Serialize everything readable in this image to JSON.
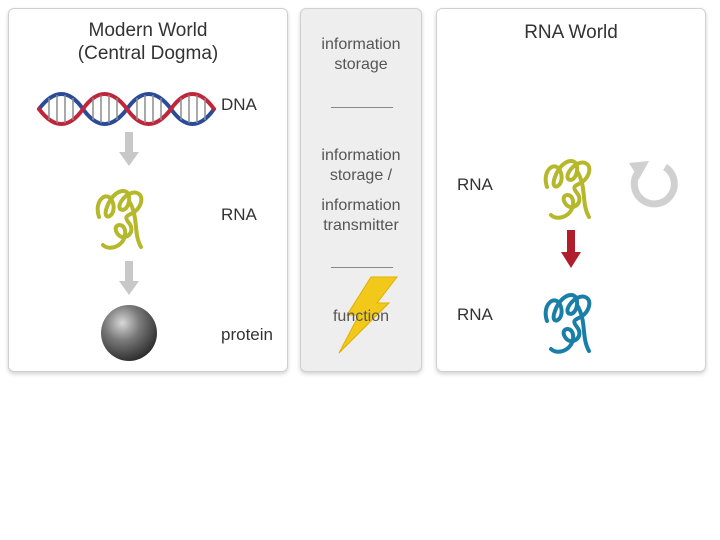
{
  "modern_world": {
    "title_line1": "Modern World",
    "title_line2": "(Central Dogma)",
    "labels": {
      "dna": "DNA",
      "rna": "RNA",
      "protein": "protein"
    }
  },
  "roles": {
    "storage_1": "information",
    "storage_2": "storage",
    "transmit_1": "information",
    "transmit_2": "storage /",
    "transmit_3": "information",
    "transmit_4": "transmitter",
    "function": "function"
  },
  "rna_world": {
    "title": "RNA World",
    "label_top": "RNA",
    "label_bottom": "RNA"
  },
  "colors": {
    "dna_red": "#c0263a",
    "dna_blue": "#2a4a9a",
    "rna_yellow": "#b5b82a",
    "rna_blue": "#1a7fa8",
    "protein_gray": "#6b6b6b",
    "arrow_gray": "#c8c8c8",
    "arrow_red": "#b01e2e",
    "lightning": "#f2c81a"
  }
}
